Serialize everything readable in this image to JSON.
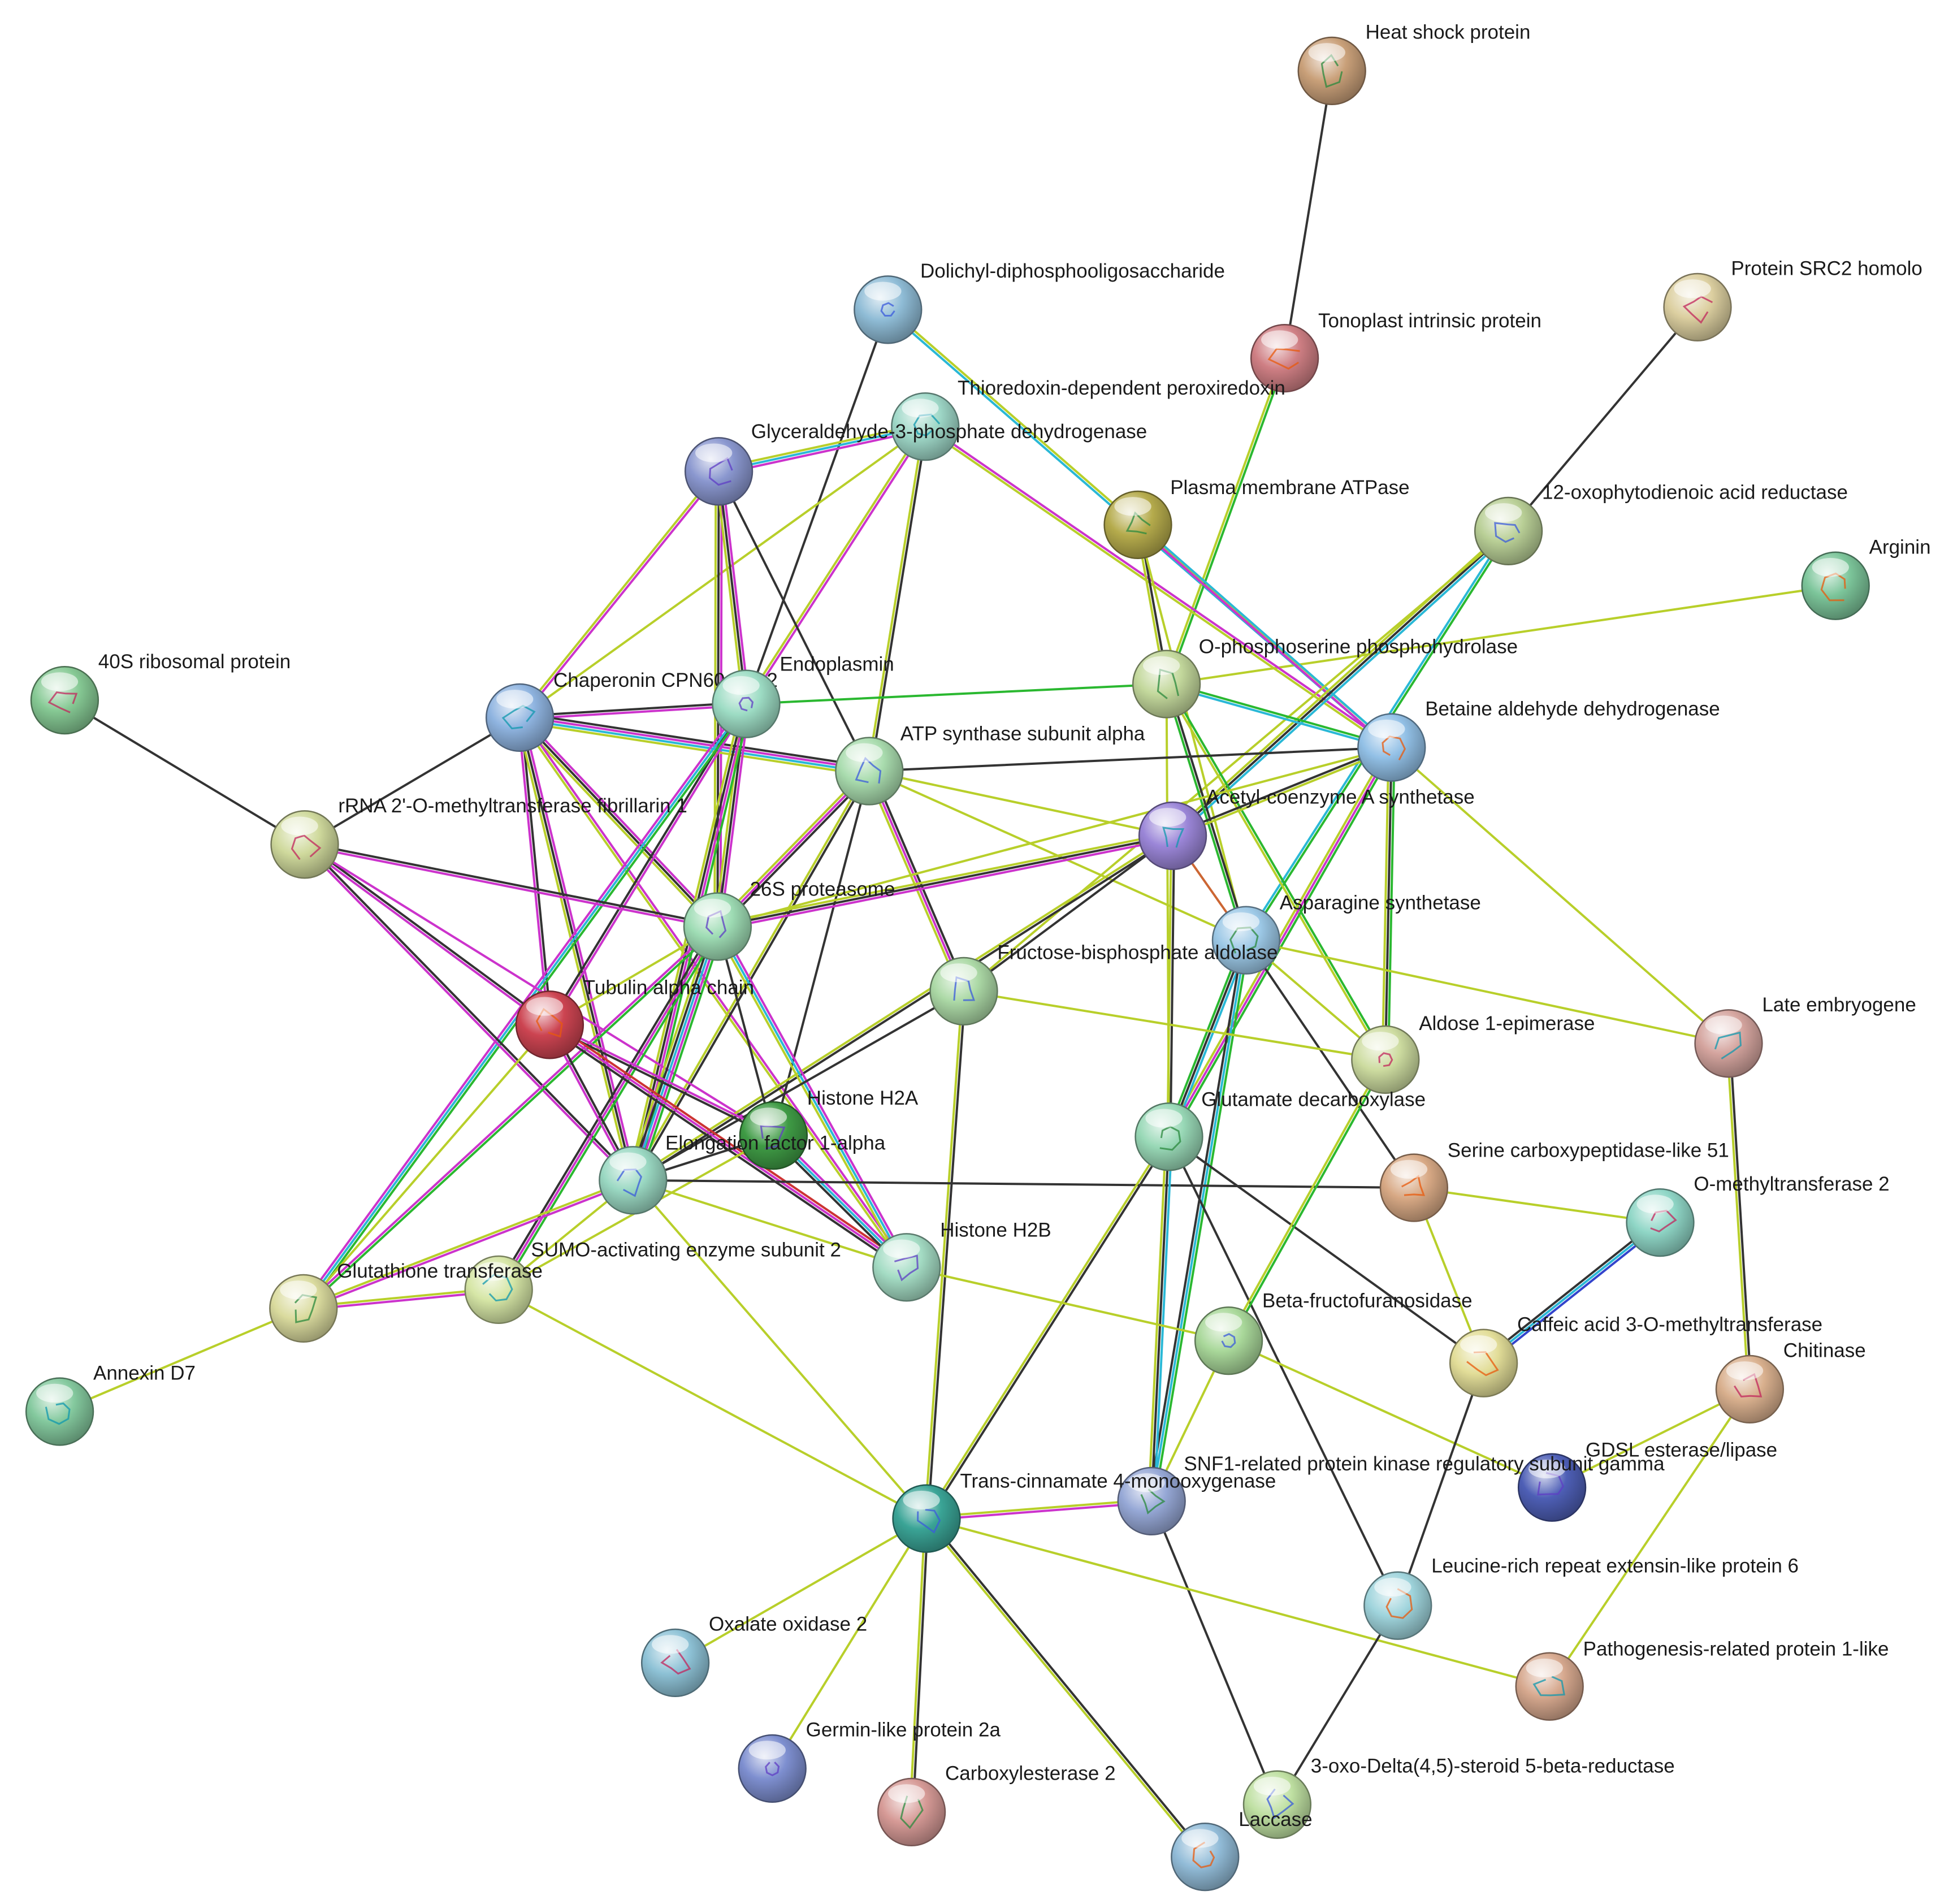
{
  "nodes": [
    {
      "id": "hsp",
      "label": "Heat shock protein",
      "color": "#c9a079"
    },
    {
      "id": "dolichyl",
      "label": "Dolichyl-diphosphooligosaccharide",
      "color": "#8fbcd6"
    },
    {
      "id": "tonoplast",
      "label": "Tonoplast intrinsic protein",
      "color": "#cf7f84"
    },
    {
      "id": "src2",
      "label": "Protein SRC2 homolo",
      "color": "#dccfa0"
    },
    {
      "id": "thioredoxin",
      "label": "Thioredoxin-dependent peroxiredoxin",
      "color": "#9fd8c8"
    },
    {
      "id": "gapdh",
      "label": "Glyceraldehyde-3-phosphate dehydrogenase",
      "color": "#8a97cf"
    },
    {
      "id": "pmatpase",
      "label": "Plasma membrane ATPase",
      "color": "#b5ab4c"
    },
    {
      "id": "opda",
      "label": "12-oxophytodienoic acid reductase",
      "color": "#b9cf96"
    },
    {
      "id": "arginine",
      "label": "Arginin",
      "color": "#7cc59a"
    },
    {
      "id": "rps40",
      "label": "40S ribosomal protein",
      "color": "#86c994"
    },
    {
      "id": "cpn60",
      "label": "Chaperonin CPN60-like 2",
      "color": "#8fb4e0"
    },
    {
      "id": "endoplasmin",
      "label": "Endoplasmin",
      "color": "#9ddcc4"
    },
    {
      "id": "ophospho",
      "label": "O-phosphoserine phosphohydrolase",
      "color": "#c3d89c"
    },
    {
      "id": "atpsyn",
      "label": "ATP synthase subunit alpha",
      "color": "#a9dcae"
    },
    {
      "id": "badh",
      "label": "Betaine aldehyde dehydrogenase",
      "color": "#92c0e6"
    },
    {
      "id": "fibrillarin",
      "label": "rRNA 2'-O-methyltransferase fibrillarin 1",
      "color": "#cfd99c"
    },
    {
      "id": "acs",
      "label": "Acetyl-coenzyme A synthetase",
      "color": "#9b86d8"
    },
    {
      "id": "proteasome",
      "label": "26S proteasome",
      "color": "#9edcb4"
    },
    {
      "id": "asnsyn",
      "label": "Asparagine synthetase",
      "color": "#9cc8e6"
    },
    {
      "id": "fbp",
      "label": "Fructose-bisphosphate aldolase",
      "color": "#acd9a6"
    },
    {
      "id": "tubulin",
      "label": "Tubulin alpha chain",
      "color": "#cc4451"
    },
    {
      "id": "aldose",
      "label": "Aldose 1-epimerase",
      "color": "#cddca0"
    },
    {
      "id": "lea",
      "label": "Late embryogene",
      "color": "#d4a49e"
    },
    {
      "id": "h2a",
      "label": "Histone H2A",
      "color": "#3f9b45"
    },
    {
      "id": "gad",
      "label": "Glutamate decarboxylase",
      "color": "#98d8b6"
    },
    {
      "id": "ef1a",
      "label": "Elongation factor 1-alpha",
      "color": "#9ad8c2"
    },
    {
      "id": "scpl51",
      "label": "Serine carboxypeptidase-like 51",
      "color": "#d8a985"
    },
    {
      "id": "omt2",
      "label": "O-methyltransferase 2",
      "color": "#8fd6c6"
    },
    {
      "id": "sumo",
      "label": "SUMO-activating enzyme subunit 2",
      "color": "#d6e6a6"
    },
    {
      "id": "h2b",
      "label": "Histone H2B",
      "color": "#a4dcc4"
    },
    {
      "id": "gst",
      "label": "Glutathione transferase",
      "color": "#dadb9e"
    },
    {
      "id": "betafruct",
      "label": "Beta-fructofuranosidase",
      "color": "#a9d89a"
    },
    {
      "id": "comt",
      "label": "Caffeic acid 3-O-methyltransferase",
      "color": "#e2dd98"
    },
    {
      "id": "chitinase",
      "label": "Chitinase",
      "color": "#d9b08e"
    },
    {
      "id": "annexin",
      "label": "Annexin D7",
      "color": "#84c99e"
    },
    {
      "id": "gdsl",
      "label": "GDSL esterase/lipase",
      "color": "#4e5fb6"
    },
    {
      "id": "snf1",
      "label": "SNF1-related protein kinase regulatory subunit gamma",
      "color": "#96a8d6"
    },
    {
      "id": "transcinn",
      "label": "Trans-cinnamate 4-monooxygenase",
      "color": "#3aa496"
    },
    {
      "id": "lrx6",
      "label": "Leucine-rich repeat extensin-like protein 6",
      "color": "#9fd4dc"
    },
    {
      "id": "oxalate",
      "label": "Oxalate oxidase 2",
      "color": "#8ec2d6"
    },
    {
      "id": "prp1",
      "label": "Pathogenesis-related protein 1-like",
      "color": "#d6a88e"
    },
    {
      "id": "germin",
      "label": "Germin-like protein 2a",
      "color": "#7e8fd0"
    },
    {
      "id": "carboxyl",
      "label": "Carboxylesterase 2",
      "color": "#d69a96"
    },
    {
      "id": "oxodelta",
      "label": "3-oxo-Delta(4,5)-steroid 5-beta-reductase",
      "color": "#bfe0a2"
    },
    {
      "id": "laccase",
      "label": "Laccase",
      "color": "#92bcd8"
    }
  ],
  "edges": [
    {
      "from": "hsp",
      "to": "tonoplast",
      "colors": [
        "#333333"
      ]
    },
    {
      "from": "src2",
      "to": "opda",
      "colors": [
        "#333333"
      ]
    },
    {
      "from": "rps40",
      "to": "fibrillarin",
      "colors": [
        "#333333"
      ]
    },
    {
      "from": "annexin",
      "to": "gst",
      "colors": [
        "#b8cf2a"
      ]
    },
    {
      "from": "arginine",
      "to": "ophospho",
      "colors": [
        "#b8cf2a"
      ]
    },
    {
      "from": "dolichyl",
      "to": "badh",
      "colors": [
        "#b8cf2a",
        "#2ab8d6"
      ]
    },
    {
      "from": "dolichyl",
      "to": "endoplasmin",
      "colors": [
        "#333333"
      ]
    },
    {
      "from": "tonoplast",
      "to": "ophospho",
      "colors": [
        "#2ab830",
        "#b8cf2a"
      ]
    },
    {
      "from": "thioredoxin",
      "to": "gapdh",
      "colors": [
        "#cc33cc",
        "#2ab8d6",
        "#b8cf2a"
      ]
    },
    {
      "from": "thioredoxin",
      "to": "badh",
      "colors": [
        "#cc33cc",
        "#b8cf2a"
      ]
    },
    {
      "from": "thioredoxin",
      "to": "atpsyn",
      "colors": [
        "#333333",
        "#b8cf2a"
      ]
    },
    {
      "from": "thioredoxin",
      "to": "cpn60",
      "colors": [
        "#b8cf2a"
      ]
    },
    {
      "from": "thioredoxin",
      "to": "endoplasmin",
      "colors": [
        "#cc33cc",
        "#b8cf2a"
      ]
    },
    {
      "from": "gapdh",
      "to": "cpn60",
      "colors": [
        "#cc33cc",
        "#b8cf2a"
      ]
    },
    {
      "from": "gapdh",
      "to": "proteasome",
      "colors": [
        "#cc33cc",
        "#333333",
        "#b8cf2a"
      ]
    },
    {
      "from": "gapdh",
      "to": "atpsyn",
      "colors": [
        "#333333"
      ]
    },
    {
      "from": "gapdh",
      "to": "endoplasmin",
      "colors": [
        "#cc33cc",
        "#333333",
        "#b8cf2a"
      ]
    },
    {
      "from": "pmatpase",
      "to": "ophospho",
      "colors": [
        "#333333",
        "#b8cf2a"
      ]
    },
    {
      "from": "pmatpase",
      "to": "asnsyn",
      "colors": [
        "#b8cf2a"
      ]
    },
    {
      "from": "pmatpase",
      "to": "badh",
      "colors": [
        "#2ab8d6",
        "#cc33cc"
      ]
    },
    {
      "from": "opda",
      "to": "acs",
      "colors": [
        "#2ab8d6",
        "#333333",
        "#b8cf2a"
      ]
    },
    {
      "from": "opda",
      "to": "asnsyn",
      "colors": [
        "#2ab830",
        "#2ab8d6"
      ]
    },
    {
      "from": "opda",
      "to": "fbp",
      "colors": [
        "#b8cf2a"
      ]
    },
    {
      "from": "cpn60",
      "to": "fibrillarin",
      "colors": [
        "#333333"
      ]
    },
    {
      "from": "cpn60",
      "to": "endoplasmin",
      "colors": [
        "#333333",
        "#cc33cc"
      ]
    },
    {
      "from": "cpn60",
      "to": "atpsyn",
      "colors": [
        "#333333",
        "#cc33cc",
        "#2ab8d6",
        "#b8cf2a"
      ]
    },
    {
      "from": "cpn60",
      "to": "proteasome",
      "colors": [
        "#cc33cc",
        "#333333",
        "#b8cf2a"
      ]
    },
    {
      "from": "cpn60",
      "to": "tubulin",
      "colors": [
        "#333333",
        "#cc33cc"
      ]
    },
    {
      "from": "cpn60",
      "to": "ef1a",
      "colors": [
        "#cc33cc",
        "#333333",
        "#b8cf2a"
      ]
    },
    {
      "from": "cpn60",
      "to": "h2b",
      "colors": [
        "#cc33cc",
        "#b8cf2a"
      ]
    },
    {
      "from": "endoplasmin",
      "to": "ophospho",
      "colors": [
        "#2ab830"
      ]
    },
    {
      "from": "endoplasmin",
      "to": "proteasome",
      "colors": [
        "#cc33cc",
        "#333333",
        "#b8cf2a"
      ]
    },
    {
      "from": "endoplasmin",
      "to": "tubulin",
      "colors": [
        "#cc33cc",
        "#333333"
      ]
    },
    {
      "from": "endoplasmin",
      "to": "ef1a",
      "colors": [
        "#2ab830",
        "#cc33cc",
        "#333333",
        "#b8cf2a"
      ]
    },
    {
      "from": "endoplasmin",
      "to": "gst",
      "colors": [
        "#2ab830",
        "#2ab8d6",
        "#cc33cc"
      ]
    },
    {
      "from": "ophospho",
      "to": "badh",
      "colors": [
        "#2ab830",
        "#2ab8d6"
      ]
    },
    {
      "from": "ophospho",
      "to": "asnsyn",
      "colors": [
        "#333333",
        "#2ab830"
      ]
    },
    {
      "from": "ophospho",
      "to": "gad",
      "colors": [
        "#b8cf2a"
      ]
    },
    {
      "from": "ophospho",
      "to": "aldose",
      "colors": [
        "#2ab830",
        "#b8cf2a"
      ]
    },
    {
      "from": "atpsyn",
      "to": "badh",
      "colors": [
        "#333333"
      ]
    },
    {
      "from": "atpsyn",
      "to": "acs",
      "colors": [
        "#b8cf2a"
      ]
    },
    {
      "from": "atpsyn",
      "to": "proteasome",
      "colors": [
        "#333333",
        "#cc33cc",
        "#b8cf2a"
      ]
    },
    {
      "from": "atpsyn",
      "to": "fbp",
      "colors": [
        "#333333",
        "#cc33cc",
        "#b8cf2a"
      ]
    },
    {
      "from": "atpsyn",
      "to": "asnsyn",
      "colors": [
        "#b8cf2a"
      ]
    },
    {
      "from": "atpsyn",
      "to": "ef1a",
      "colors": [
        "#333333",
        "#b8cf2a"
      ]
    },
    {
      "from": "atpsyn",
      "to": "h2a",
      "colors": [
        "#333333"
      ]
    },
    {
      "from": "badh",
      "to": "acs",
      "colors": [
        "#b8cf2a",
        "#333333"
      ]
    },
    {
      "from": "badh",
      "to": "proteasome",
      "colors": [
        "#b8cf2a"
      ]
    },
    {
      "from": "badh",
      "to": "aldose",
      "colors": [
        "#2ab830",
        "#333333",
        "#b8cf2a"
      ]
    },
    {
      "from": "badh",
      "to": "gad",
      "colors": [
        "#2ab830",
        "#cc33cc",
        "#b8cf2a"
      ]
    },
    {
      "from": "badh",
      "to": "lea",
      "colors": [
        "#b8cf2a"
      ]
    },
    {
      "from": "fibrillarin",
      "to": "proteasome",
      "colors": [
        "#333333",
        "#cc33cc"
      ]
    },
    {
      "from": "fibrillarin",
      "to": "tubulin",
      "colors": [
        "#333333",
        "#cc33cc"
      ]
    },
    {
      "from": "fibrillarin",
      "to": "ef1a",
      "colors": [
        "#333333",
        "#cc33cc"
      ]
    },
    {
      "from": "fibrillarin",
      "to": "h2a",
      "colors": [
        "#cc33cc"
      ]
    },
    {
      "from": "acs",
      "to": "proteasome",
      "colors": [
        "#cc33cc",
        "#333333",
        "#b8cf2a"
      ]
    },
    {
      "from": "acs",
      "to": "fbp",
      "colors": [
        "#333333"
      ]
    },
    {
      "from": "acs",
      "to": "gad",
      "colors": [
        "#333333",
        "#b8cf2a"
      ]
    },
    {
      "from": "acs",
      "to": "asnsyn",
      "colors": [
        "#cc6633"
      ]
    },
    {
      "from": "acs",
      "to": "ef1a",
      "colors": [
        "#333333",
        "#b8cf2a"
      ]
    },
    {
      "from": "proteasome",
      "to": "tubulin",
      "colors": [
        "#b8cf2a"
      ]
    },
    {
      "from": "proteasome",
      "to": "ef1a",
      "colors": [
        "#2ab830",
        "#cc33cc",
        "#2ab8d6",
        "#333333",
        "#b8cf2a"
      ]
    },
    {
      "from": "proteasome",
      "to": "h2a",
      "colors": [
        "#333333"
      ]
    },
    {
      "from": "proteasome",
      "to": "h2b",
      "colors": [
        "#cc33cc",
        "#2ab8d6",
        "#b8cf2a"
      ]
    },
    {
      "from": "proteasome",
      "to": "sumo",
      "colors": [
        "#2ab830",
        "#cc33cc",
        "#333333"
      ]
    },
    {
      "from": "proteasome",
      "to": "gst",
      "colors": [
        "#2ab830",
        "#cc33cc"
      ]
    },
    {
      "from": "asnsyn",
      "to": "gad",
      "colors": [
        "#2ab8d6",
        "#333333",
        "#2ab830"
      ]
    },
    {
      "from": "asnsyn",
      "to": "aldose",
      "colors": [
        "#b8cf2a"
      ]
    },
    {
      "from": "asnsyn",
      "to": "scpl51",
      "colors": [
        "#333333"
      ]
    },
    {
      "from": "asnsyn",
      "to": "snf1",
      "colors": [
        "#2ab830",
        "#2ab8d6",
        "#333333"
      ]
    },
    {
      "from": "asnsyn",
      "to": "lea",
      "colors": [
        "#b8cf2a"
      ]
    },
    {
      "from": "fbp",
      "to": "ef1a",
      "colors": [
        "#333333"
      ]
    },
    {
      "from": "fbp",
      "to": "aldose",
      "colors": [
        "#b8cf2a"
      ]
    },
    {
      "from": "fbp",
      "to": "transcinn",
      "colors": [
        "#333333",
        "#b8cf2a"
      ]
    },
    {
      "from": "tubulin",
      "to": "ef1a",
      "colors": [
        "#333333",
        "#cc33cc"
      ]
    },
    {
      "from": "tubulin",
      "to": "h2a",
      "colors": [
        "#cc33cc",
        "#333333"
      ]
    },
    {
      "from": "tubulin",
      "to": "h2b",
      "colors": [
        "#cc3333",
        "#cc33cc",
        "#333333"
      ]
    },
    {
      "from": "tubulin",
      "to": "gst",
      "colors": [
        "#b8cf2a"
      ]
    },
    {
      "from": "h2a",
      "to": "ef1a",
      "colors": [
        "#333333"
      ]
    },
    {
      "from": "h2a",
      "to": "h2b",
      "colors": [
        "#cc33cc",
        "#2ab8d6",
        "#333333"
      ]
    },
    {
      "from": "h2a",
      "to": "sumo",
      "colors": [
        "#b8cf2a"
      ]
    },
    {
      "from": "ef1a",
      "to": "scpl51",
      "colors": [
        "#333333"
      ]
    },
    {
      "from": "ef1a",
      "to": "sumo",
      "colors": [
        "#b8cf2a"
      ]
    },
    {
      "from": "ef1a",
      "to": "gst",
      "colors": [
        "#cc33cc",
        "#b8cf2a"
      ]
    },
    {
      "from": "ef1a",
      "to": "h2b",
      "colors": [
        "#b8cf2a"
      ]
    },
    {
      "from": "ef1a",
      "to": "transcinn",
      "colors": [
        "#b8cf2a"
      ]
    },
    {
      "from": "gad",
      "to": "comt",
      "colors": [
        "#333333"
      ]
    },
    {
      "from": "gad",
      "to": "transcinn",
      "colors": [
        "#333333",
        "#b8cf2a"
      ]
    },
    {
      "from": "gad",
      "to": "snf1",
      "colors": [
        "#2ab8d6",
        "#333333",
        "#b8cf2a"
      ]
    },
    {
      "from": "gad",
      "to": "lrx6",
      "colors": [
        "#333333"
      ]
    },
    {
      "from": "aldose",
      "to": "betafruct",
      "colors": [
        "#2ab830",
        "#b8cf2a"
      ]
    },
    {
      "from": "scpl51",
      "to": "omt2",
      "colors": [
        "#b8cf2a"
      ]
    },
    {
      "from": "scpl51",
      "to": "comt",
      "colors": [
        "#b8cf2a"
      ]
    },
    {
      "from": "omt2",
      "to": "comt",
      "colors": [
        "#3344cc",
        "#2ab8d6",
        "#333333"
      ]
    },
    {
      "from": "lea",
      "to": "chitinase",
      "colors": [
        "#333333",
        "#b8cf2a"
      ]
    },
    {
      "from": "sumo",
      "to": "gst",
      "colors": [
        "#cc33cc",
        "#b8cf2a"
      ]
    },
    {
      "from": "sumo",
      "to": "transcinn",
      "colors": [
        "#b8cf2a"
      ]
    },
    {
      "from": "h2b",
      "to": "betafruct",
      "colors": [
        "#b8cf2a"
      ]
    },
    {
      "from": "betafruct",
      "to": "snf1",
      "colors": [
        "#b8cf2a"
      ]
    },
    {
      "from": "betafruct",
      "to": "gdsl",
      "colors": [
        "#b8cf2a"
      ]
    },
    {
      "from": "comt",
      "to": "lrx6",
      "colors": [
        "#333333"
      ]
    },
    {
      "from": "chitinase",
      "to": "prp1",
      "colors": [
        "#b8cf2a"
      ]
    },
    {
      "from": "chitinase",
      "to": "gdsl",
      "colors": [
        "#b8cf2a"
      ]
    },
    {
      "from": "snf1",
      "to": "transcinn",
      "colors": [
        "#cc33cc",
        "#b8cf2a"
      ]
    },
    {
      "from": "snf1",
      "to": "oxodelta",
      "colors": [
        "#333333"
      ]
    },
    {
      "from": "transcinn",
      "to": "oxalate",
      "colors": [
        "#b8cf2a"
      ]
    },
    {
      "from": "transcinn",
      "to": "germin",
      "colors": [
        "#b8cf2a"
      ]
    },
    {
      "from": "transcinn",
      "to": "carboxyl",
      "colors": [
        "#333333",
        "#b8cf2a"
      ]
    },
    {
      "from": "transcinn",
      "to": "laccase",
      "colors": [
        "#333333",
        "#b8cf2a"
      ]
    },
    {
      "from": "transcinn",
      "to": "prp1",
      "colors": [
        "#b8cf2a"
      ]
    },
    {
      "from": "lrx6",
      "to": "oxodelta",
      "colors": [
        "#333333"
      ]
    }
  ]
}
